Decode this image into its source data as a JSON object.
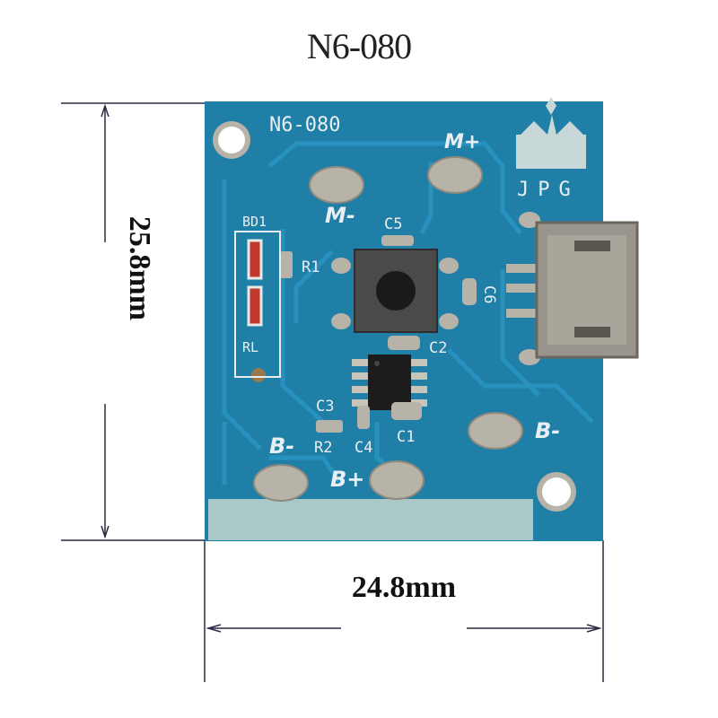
{
  "title": "N6-080",
  "dimensions": {
    "height_label": "25.8mm",
    "width_label": "24.8mm"
  },
  "silkscreen": {
    "model": "N6-080",
    "brand": "JPG",
    "m_plus": "M+",
    "m_minus": "M-",
    "b_minus_left": "B-",
    "b_minus_right": "B-",
    "b_plus": "B+",
    "bd1": "BD1",
    "r1": "R1",
    "r2": "R2",
    "rl": "RL",
    "c1": "C1",
    "c2": "C2",
    "c3": "C3",
    "c4": "C4",
    "c5": "C5",
    "c6": "C6"
  },
  "colors": {
    "pcb": "#1f7fa6",
    "trace": "#2590bb",
    "pad": "#b8b3a8",
    "usb": "#9a958c"
  }
}
